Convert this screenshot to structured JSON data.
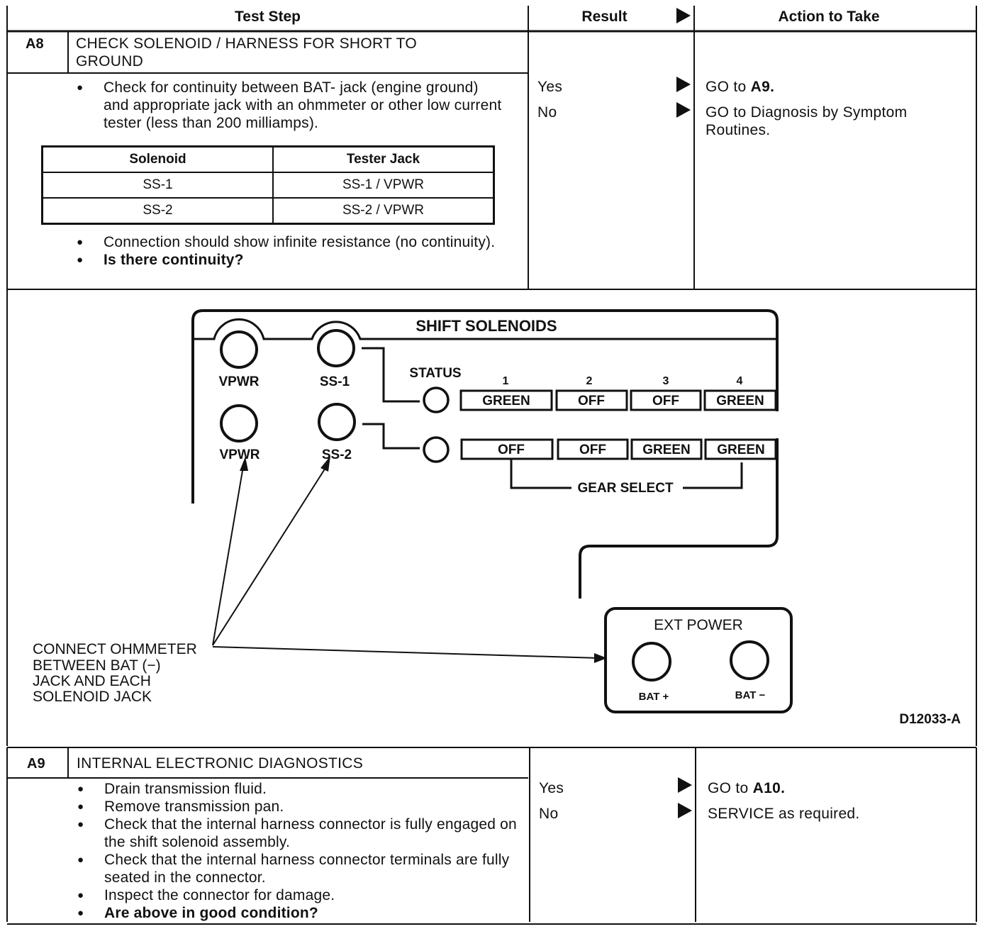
{
  "header": {
    "test_step": "Test Step",
    "result": "Result",
    "action": "Action to Take"
  },
  "steps": [
    {
      "id": "A8",
      "title": "CHECK SOLENOID / HARNESS FOR SHORT TO GROUND",
      "bullets_before": [
        "Check for continuity between BAT- jack (engine ground) and appropriate jack with an ohmmeter or other low current tester (less than 200 milliamps)."
      ],
      "table": {
        "headers": [
          "Solenoid",
          "Tester Jack"
        ],
        "rows": [
          [
            "SS-1",
            "SS-1 / VPWR"
          ],
          [
            "SS-2",
            "SS-2 / VPWR"
          ]
        ]
      },
      "bullets_after": [
        "Connection should show infinite resistance (no continuity).",
        "Is there continuity?"
      ],
      "results": [
        {
          "result": "Yes",
          "action_prefix": "GO to ",
          "action_ref": "A9.",
          "action": ""
        },
        {
          "result": "No",
          "action_prefix": "",
          "action_ref": "",
          "action": "GO to Diagnosis by Symptom Routines."
        }
      ]
    },
    {
      "id": "A9",
      "title": "INTERNAL ELECTRONIC DIAGNOSTICS",
      "bullets": [
        "Drain transmission fluid.",
        "Remove transmission pan.",
        "Check that the internal harness connector is fully engaged on the shift solenoid assembly.",
        "Check that the internal harness connector terminals are fully seated in the connector.",
        "Inspect the connector for damage.",
        "Are above in good condition?"
      ],
      "results": [
        {
          "result": "Yes",
          "action_prefix": "GO to ",
          "action_ref": "A10.",
          "action": ""
        },
        {
          "result": "No",
          "action_prefix": "",
          "action_ref": "",
          "action": "SERVICE as required."
        }
      ]
    }
  ],
  "diagram": {
    "panel_title": "SHIFT SOLENOIDS",
    "status_label": "STATUS",
    "jacks": [
      "VPWR",
      "SS-1",
      "VPWR",
      "SS-2"
    ],
    "gear_numbers": [
      "1",
      "2",
      "3",
      "4"
    ],
    "ss1_status": [
      "GREEN",
      "OFF",
      "OFF",
      "GREEN"
    ],
    "ss2_status": [
      "OFF",
      "OFF",
      "GREEN",
      "GREEN"
    ],
    "gear_select": "GEAR SELECT",
    "ext_power": "EXT POWER",
    "bat_plus": "BAT +",
    "bat_minus": "BAT −",
    "callout": [
      "CONNECT OHMMETER",
      "BETWEEN BAT (−)",
      "JACK AND EACH",
      "SOLENOID JACK"
    ],
    "figure_id": "D12033-A"
  }
}
